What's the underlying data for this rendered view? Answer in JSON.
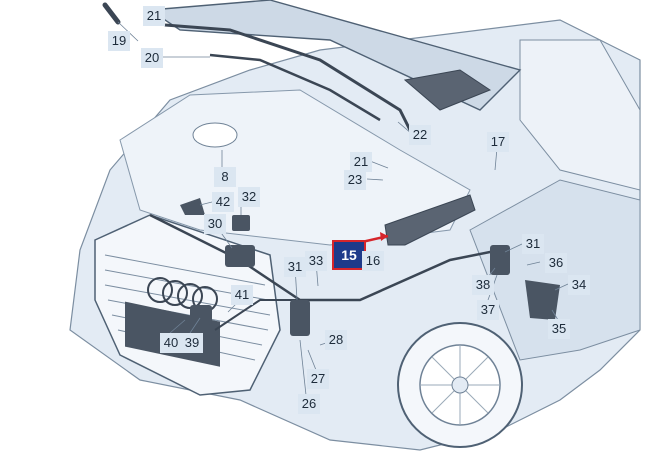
{
  "callouts": [
    {
      "id": "c21a",
      "label": "21"
    },
    {
      "id": "c19",
      "label": "19"
    },
    {
      "id": "c20",
      "label": "20"
    },
    {
      "id": "c22",
      "label": "22"
    },
    {
      "id": "c17",
      "label": "17"
    },
    {
      "id": "c21b",
      "label": "21"
    },
    {
      "id": "c23",
      "label": "23"
    },
    {
      "id": "c8",
      "label": "8"
    },
    {
      "id": "c42",
      "label": "42"
    },
    {
      "id": "c32",
      "label": "32"
    },
    {
      "id": "c30",
      "label": "30"
    },
    {
      "id": "c15",
      "label": "15",
      "highlight": true
    },
    {
      "id": "c16",
      "label": "16"
    },
    {
      "id": "c31a",
      "label": "31"
    },
    {
      "id": "c33",
      "label": "33"
    },
    {
      "id": "c31b",
      "label": "31"
    },
    {
      "id": "c36",
      "label": "36"
    },
    {
      "id": "c34",
      "label": "34"
    },
    {
      "id": "c38",
      "label": "38"
    },
    {
      "id": "c37",
      "label": "37"
    },
    {
      "id": "c35",
      "label": "35"
    },
    {
      "id": "c41",
      "label": "41"
    },
    {
      "id": "c40",
      "label": "40"
    },
    {
      "id": "c39",
      "label": "39"
    },
    {
      "id": "c28",
      "label": "28"
    },
    {
      "id": "c27",
      "label": "27"
    },
    {
      "id": "c26",
      "label": "26"
    }
  ],
  "colors": {
    "body_fill": "#e3ebf4",
    "line": "#6f8296",
    "dark_part": "#3b4654",
    "callout_bg": "#dbe6f1",
    "highlight_bg": "#1e3a8a",
    "highlight_border": "#d6252b"
  }
}
